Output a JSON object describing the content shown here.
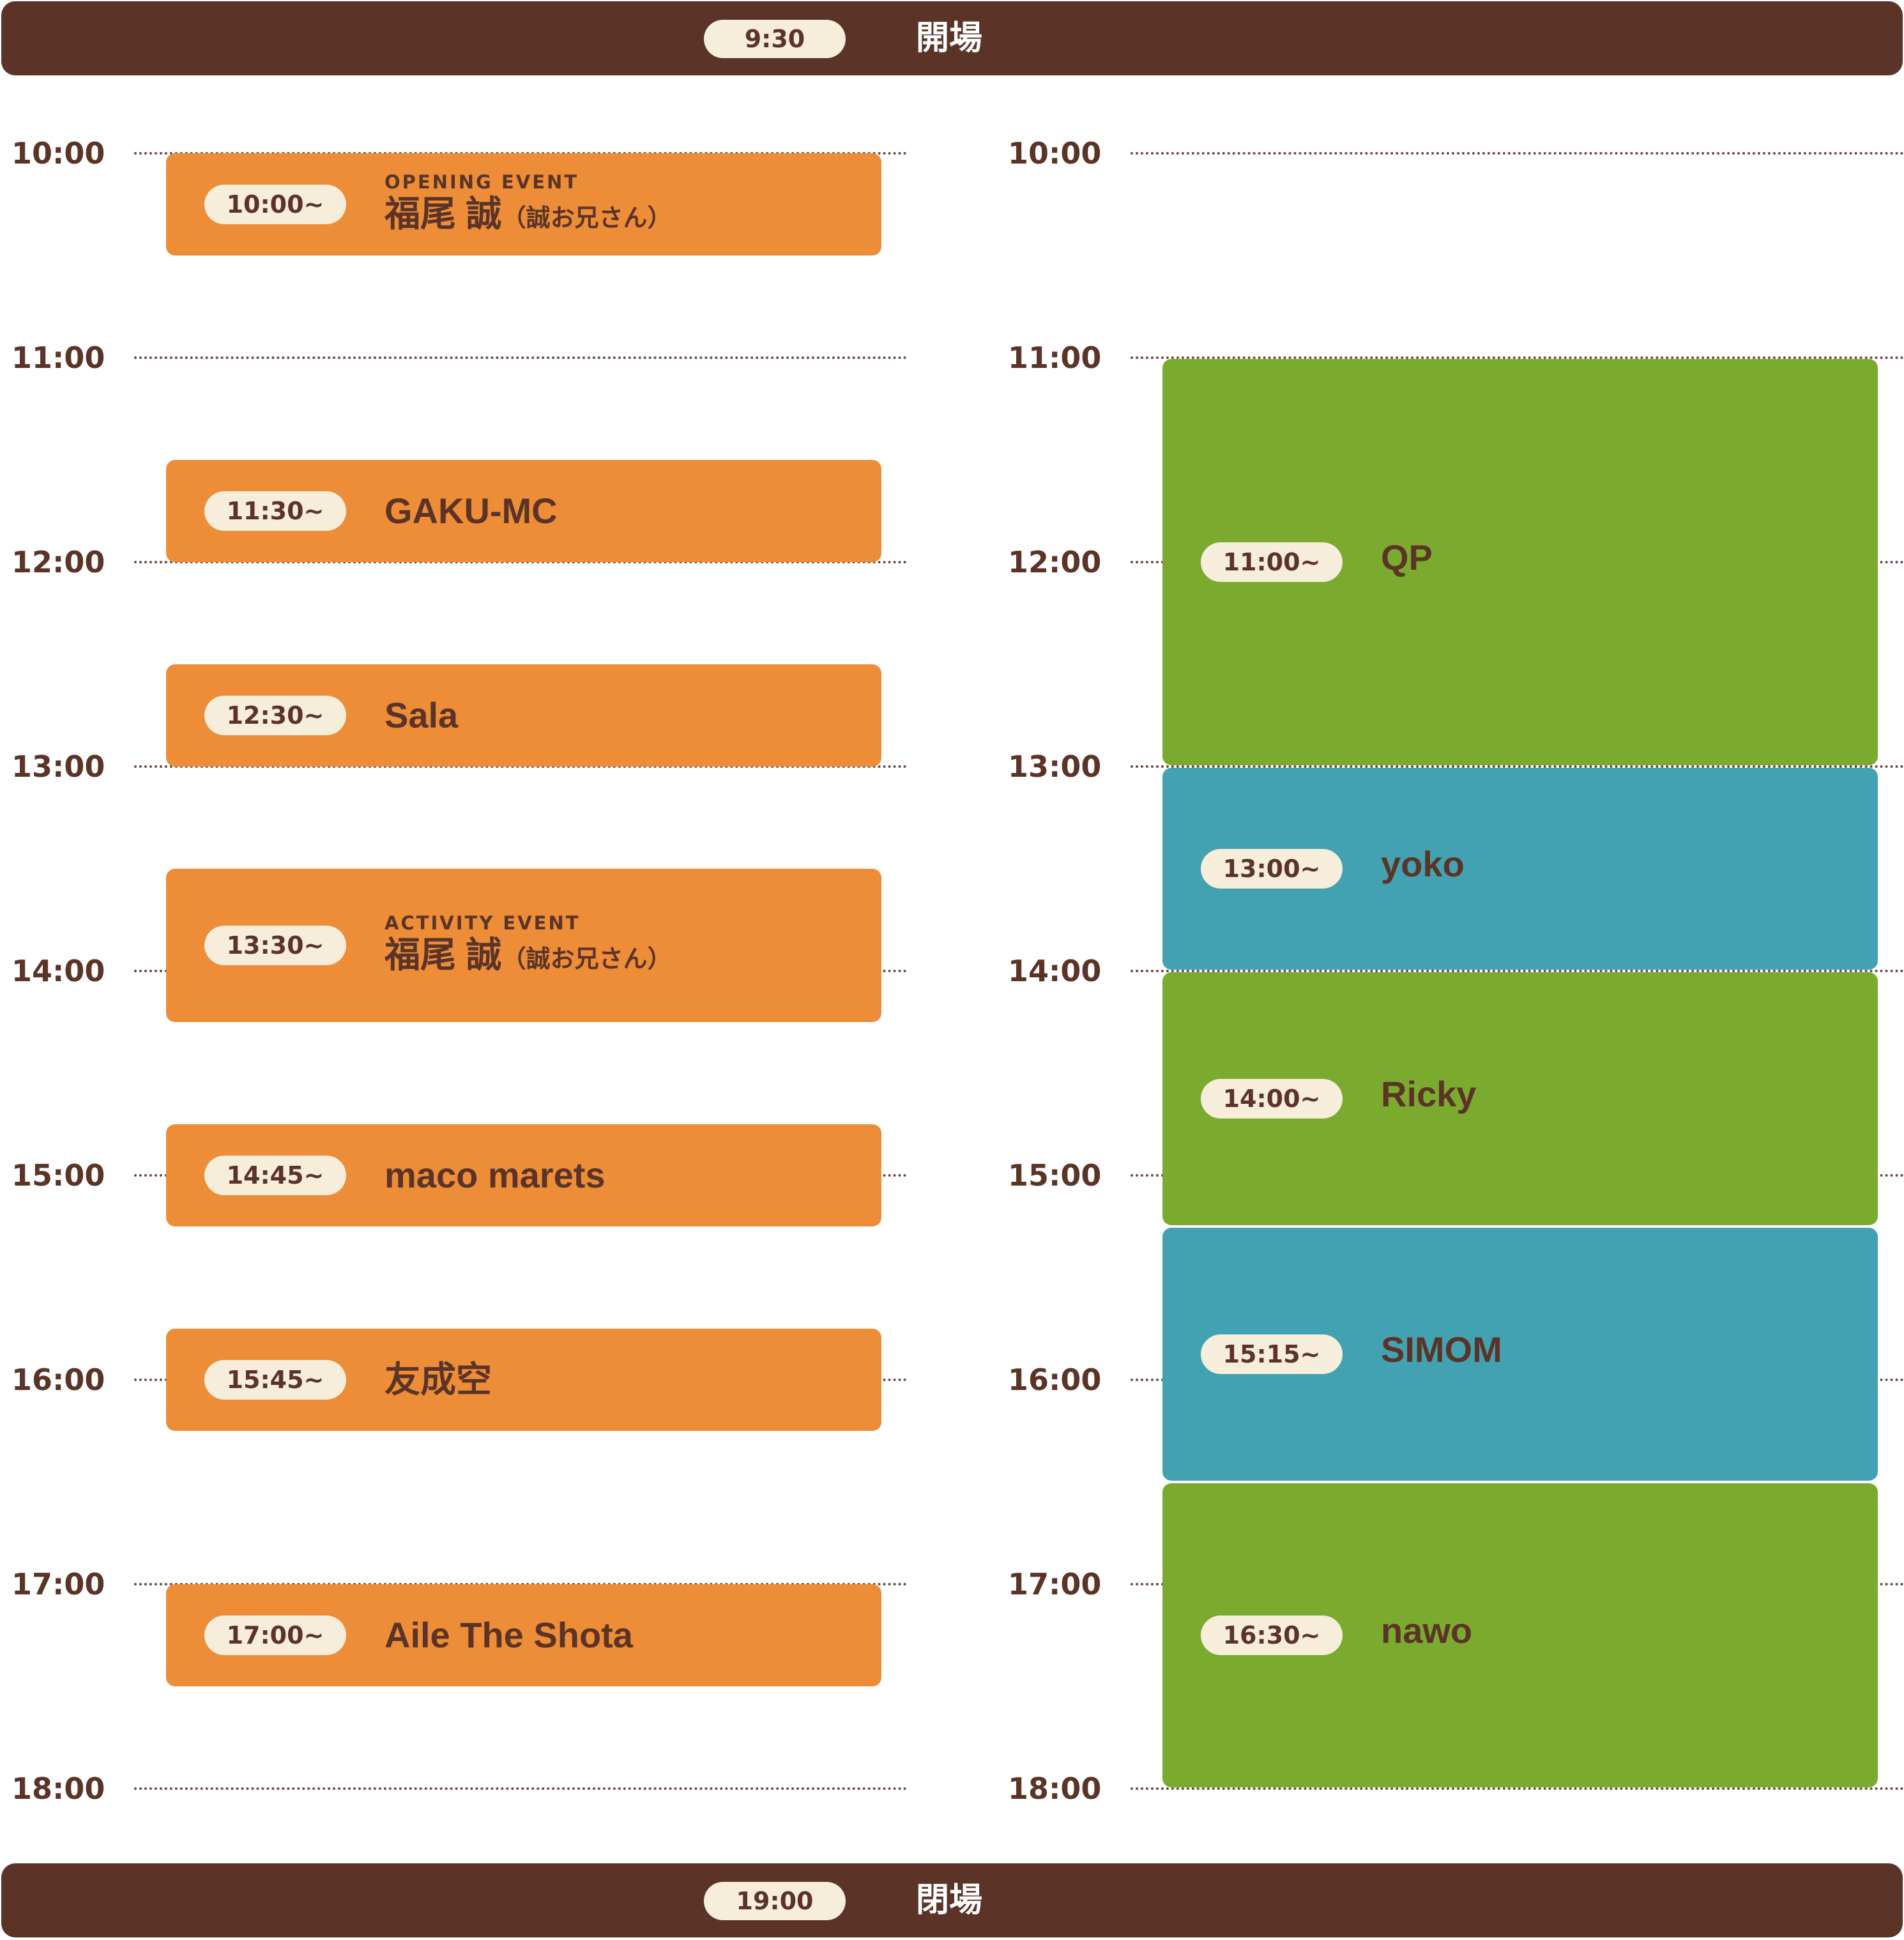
{
  "open_bar": {
    "time": "9:30",
    "label": "開場"
  },
  "close_bar": {
    "time": "19:00",
    "label": "閉場"
  },
  "hours": [
    "10:00",
    "11:00",
    "12:00",
    "13:00",
    "14:00",
    "15:00",
    "16:00",
    "17:00",
    "18:00"
  ],
  "stage_a": [
    {
      "time": "10:00~",
      "event": "OPENING EVENT",
      "name": "福尾 誠",
      "sub": "（誠お兄さん）",
      "color": "#ed8d38"
    },
    {
      "time": "11:30~",
      "event": "",
      "name": "GAKU-MC",
      "sub": "",
      "color": "#ed8d38"
    },
    {
      "time": "12:30~",
      "event": "",
      "name": "Sala",
      "sub": "",
      "color": "#ed8d38"
    },
    {
      "time": "13:30~",
      "event": "ACTIVITY EVENT",
      "name": "福尾 誠",
      "sub": "（誠お兄さん）",
      "color": "#ed8d38"
    },
    {
      "time": "14:45~",
      "event": "",
      "name": "maco marets",
      "sub": "",
      "color": "#ed8d38"
    },
    {
      "time": "15:45~",
      "event": "",
      "name": "友成空",
      "sub": "",
      "color": "#ed8d38"
    },
    {
      "time": "17:00~",
      "event": "",
      "name": "Aile The Shota",
      "sub": "",
      "color": "#ed8d38"
    }
  ],
  "stage_b": [
    {
      "time": "11:00~",
      "name": "QP",
      "color": "#7aab2e"
    },
    {
      "time": "13:00~",
      "name": "yoko",
      "color": "#42a2b2"
    },
    {
      "time": "14:00~",
      "name": "Ricky",
      "color": "#7aab2e"
    },
    {
      "time": "15:15~",
      "name": "SIMOM",
      "color": "#42a2b2"
    },
    {
      "time": "16:30~",
      "name": "nawo",
      "color": "#7aab2e"
    }
  ]
}
